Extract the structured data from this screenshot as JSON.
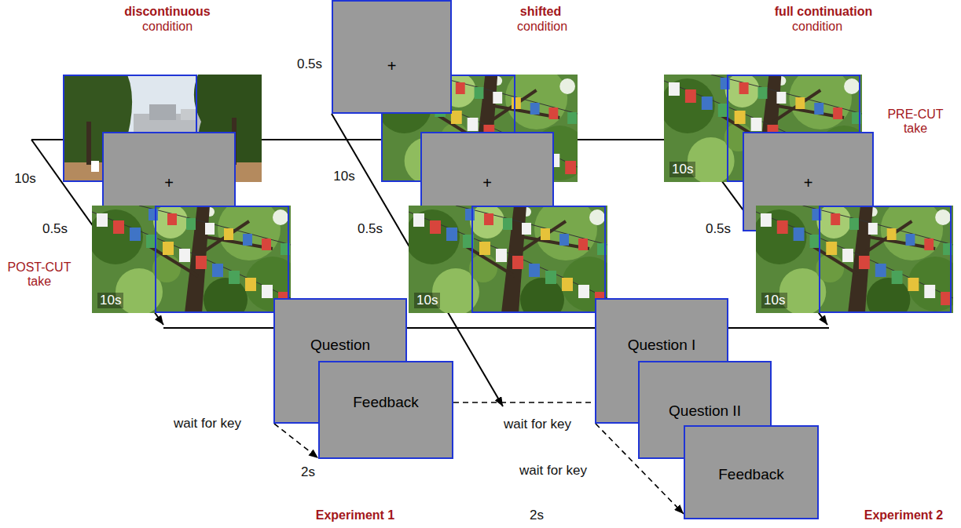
{
  "diagram": {
    "nodes": [
      {
        "text": [
          "+"
        ]
      },
      {
        "text": [
          "10s"
        ]
      },
      {
        "text": [
          "+"
        ]
      },
      {
        "text": [
          "+"
        ]
      },
      {
        "text": [
          "10s"
        ]
      },
      {
        "text": [
          "10s"
        ]
      },
      {
        "text": [
          "+"
        ]
      },
      {
        "text": [
          "10s"
        ]
      },
      {
        "text": [
          "Question"
        ]
      },
      {
        "text": [
          "Feedback"
        ]
      },
      {
        "text": [
          "Question I"
        ]
      },
      {
        "text": [
          "Question II"
        ]
      },
      {
        "text": [
          "Feedback"
        ]
      }
    ],
    "edges": [
      {
        "from": 8,
        "to": 9,
        "arrow": "to"
      },
      {
        "from": 9,
        "to": 10,
        "arrow": "none"
      },
      {
        "from": 10,
        "to": 12,
        "arrow": "to"
      }
    ],
    "labels": [
      "discontinuous",
      "condition",
      "shifted",
      "condition",
      "full continuation",
      "condition",
      "PRE-CUT take",
      "10s",
      "0.5s",
      "POST-CUT take",
      "0.5s",
      "10s",
      "0.5s",
      "0.5s",
      "wait for key",
      "2s",
      "wait for key",
      "wait for key",
      "2s",
      "Experiment 1",
      "Experiment 2"
    ]
  }
}
